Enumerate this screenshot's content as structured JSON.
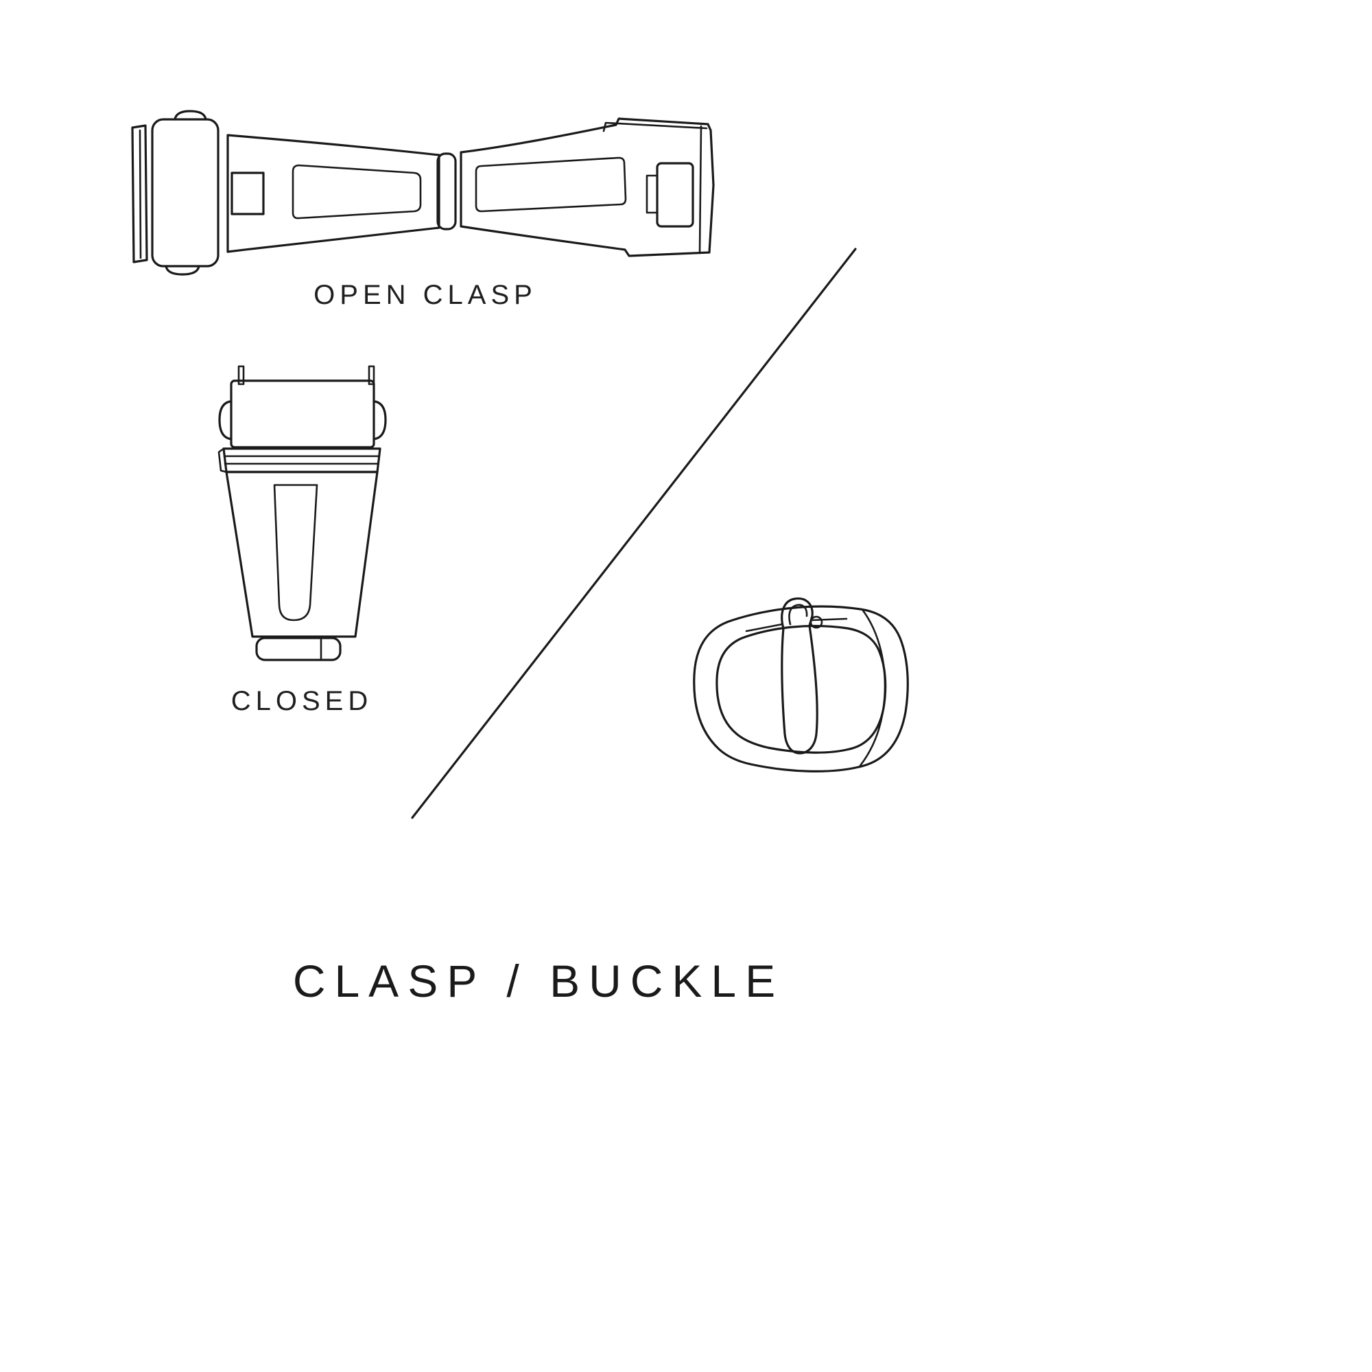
{
  "page": {
    "background": "#ffffff",
    "ink_color": "#1a1a1a"
  },
  "title": {
    "text": "CLASP / BUCKLE"
  },
  "figures": {
    "open_clasp": {
      "caption": "OPEN CLASP",
      "icon": "open-clasp-illustration"
    },
    "closed_clasp": {
      "caption": "CLOSED",
      "icon": "closed-clasp-illustration"
    },
    "buckle": {
      "icon": "tang-buckle-illustration"
    },
    "divider": {
      "icon": "diagonal-divider-line"
    }
  }
}
